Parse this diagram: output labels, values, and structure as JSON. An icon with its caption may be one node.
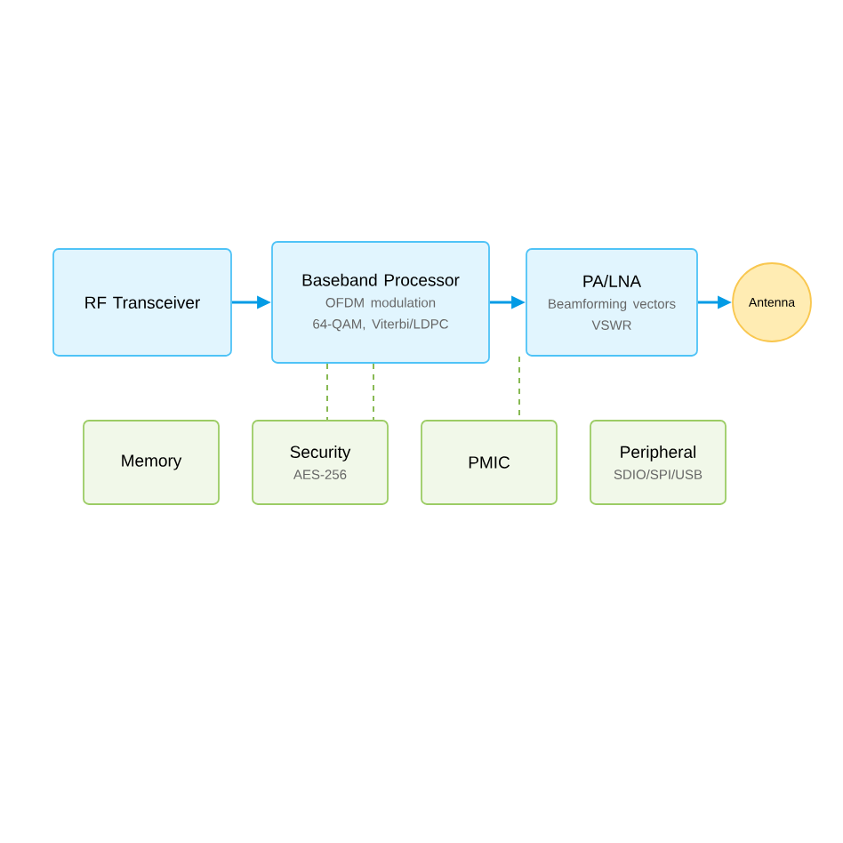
{
  "diagram": {
    "nodes": [
      {
        "text": [
          "RF Transceiver"
        ]
      },
      {
        "text": [
          "Baseband Processor",
          "OFDM modulation",
          "64-QAM, Viterbi/LDPC"
        ]
      },
      {
        "text": [
          "PA/LNA",
          "Beamforming vectors",
          "VSWR"
        ]
      },
      {
        "text": [
          "Antenna"
        ]
      },
      {
        "text": [
          "Memory"
        ]
      },
      {
        "text": [
          "Security",
          "AES-256"
        ]
      },
      {
        "text": [
          "PMIC"
        ]
      },
      {
        "text": [
          "Peripheral",
          "SDIO/SPI/USB"
        ]
      }
    ],
    "edges": [
      {
        "from": 0,
        "to": 1,
        "arrow": "to",
        "color": "#039be5"
      },
      {
        "from": 1,
        "to": 2,
        "arrow": "to",
        "color": "#039be5"
      },
      {
        "from": 2,
        "to": 3,
        "arrow": "to",
        "color": "#039be5"
      },
      {
        "from": 1,
        "to": 5,
        "arrow": "none",
        "style": "dashed",
        "color": "#7cb342"
      },
      {
        "from": 1,
        "to": 5,
        "arrow": "none",
        "style": "dashed",
        "color": "#7cb342"
      },
      {
        "from": 2,
        "to": 6,
        "arrow": "none",
        "style": "dashed",
        "color": "#7cb342"
      }
    ]
  }
}
